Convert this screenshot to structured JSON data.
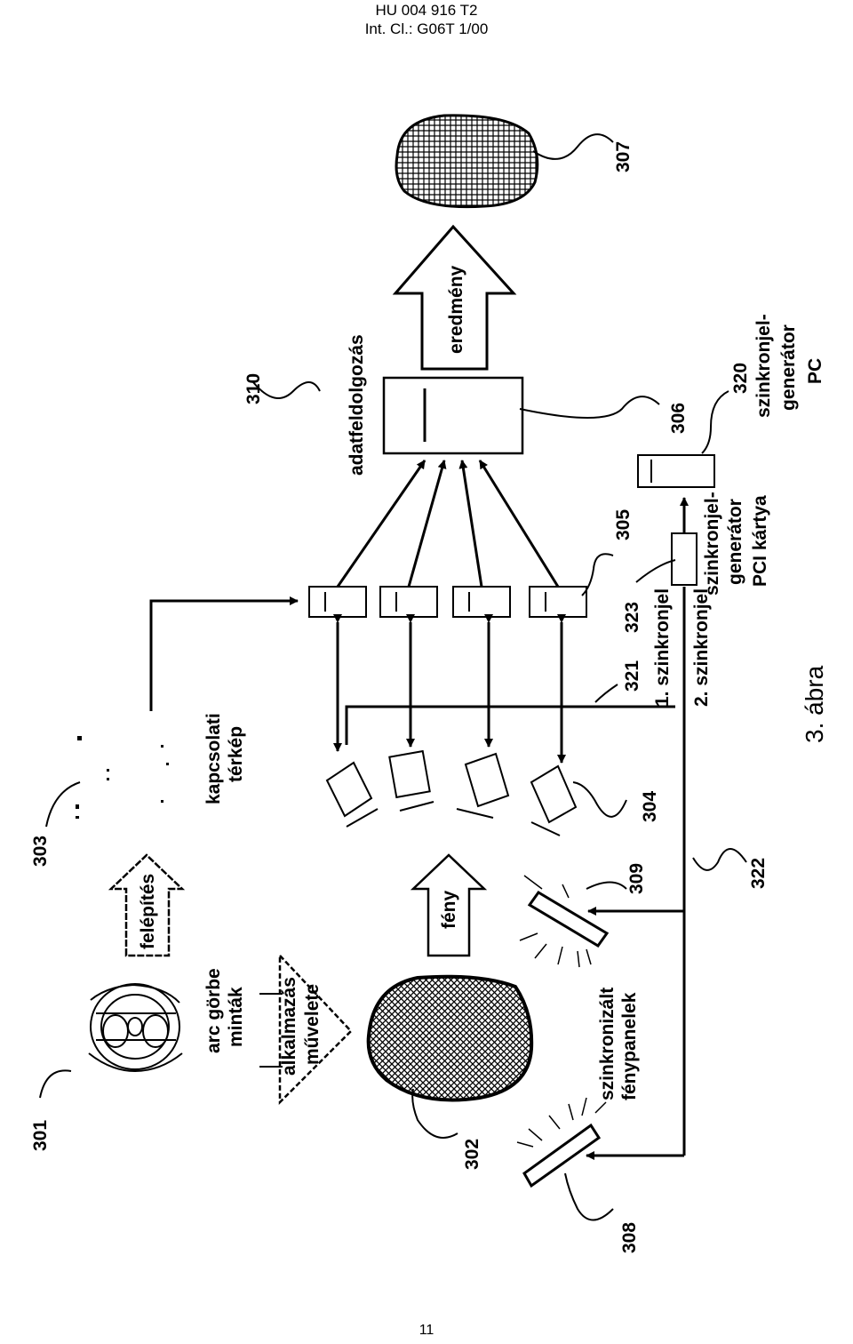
{
  "header": {
    "line1": "HU 004 916 T2",
    "line2": "Int. Cl.: G06T 1/00"
  },
  "page_number": "11",
  "figure_label": "3. ábra",
  "labels": {
    "arc_gorbe": [
      "arc görbe",
      "minták"
    ],
    "alkalmazas": [
      "alkalmazás",
      "művelete"
    ],
    "felepites": "felépítés",
    "feny": "fény",
    "kapcsolati": [
      "kapcsolati",
      "térkép"
    ],
    "szinkronizalt": [
      "szinkronizált",
      "fénypanelek"
    ],
    "adatfeldolgozas": "adatfeldolgozás",
    "eredmeny": "eredmény",
    "szinkronjel1": "1. szinkronjel",
    "szinkronjel2": "2. szinkronjel",
    "pci_kartya": [
      "szinkronjel-",
      "generátor",
      "PCI kártya"
    ],
    "pc": [
      "szinkronjel-",
      "generátor",
      "PC"
    ]
  },
  "refs": {
    "r301": "301",
    "r302": "302",
    "r303": "303",
    "r304": "304",
    "r305": "305",
    "r306": "306",
    "r307": "307",
    "r308": "308",
    "r309": "309",
    "r310": "310",
    "r320": "320",
    "r321": "321",
    "r322": "322",
    "r323": "323"
  }
}
